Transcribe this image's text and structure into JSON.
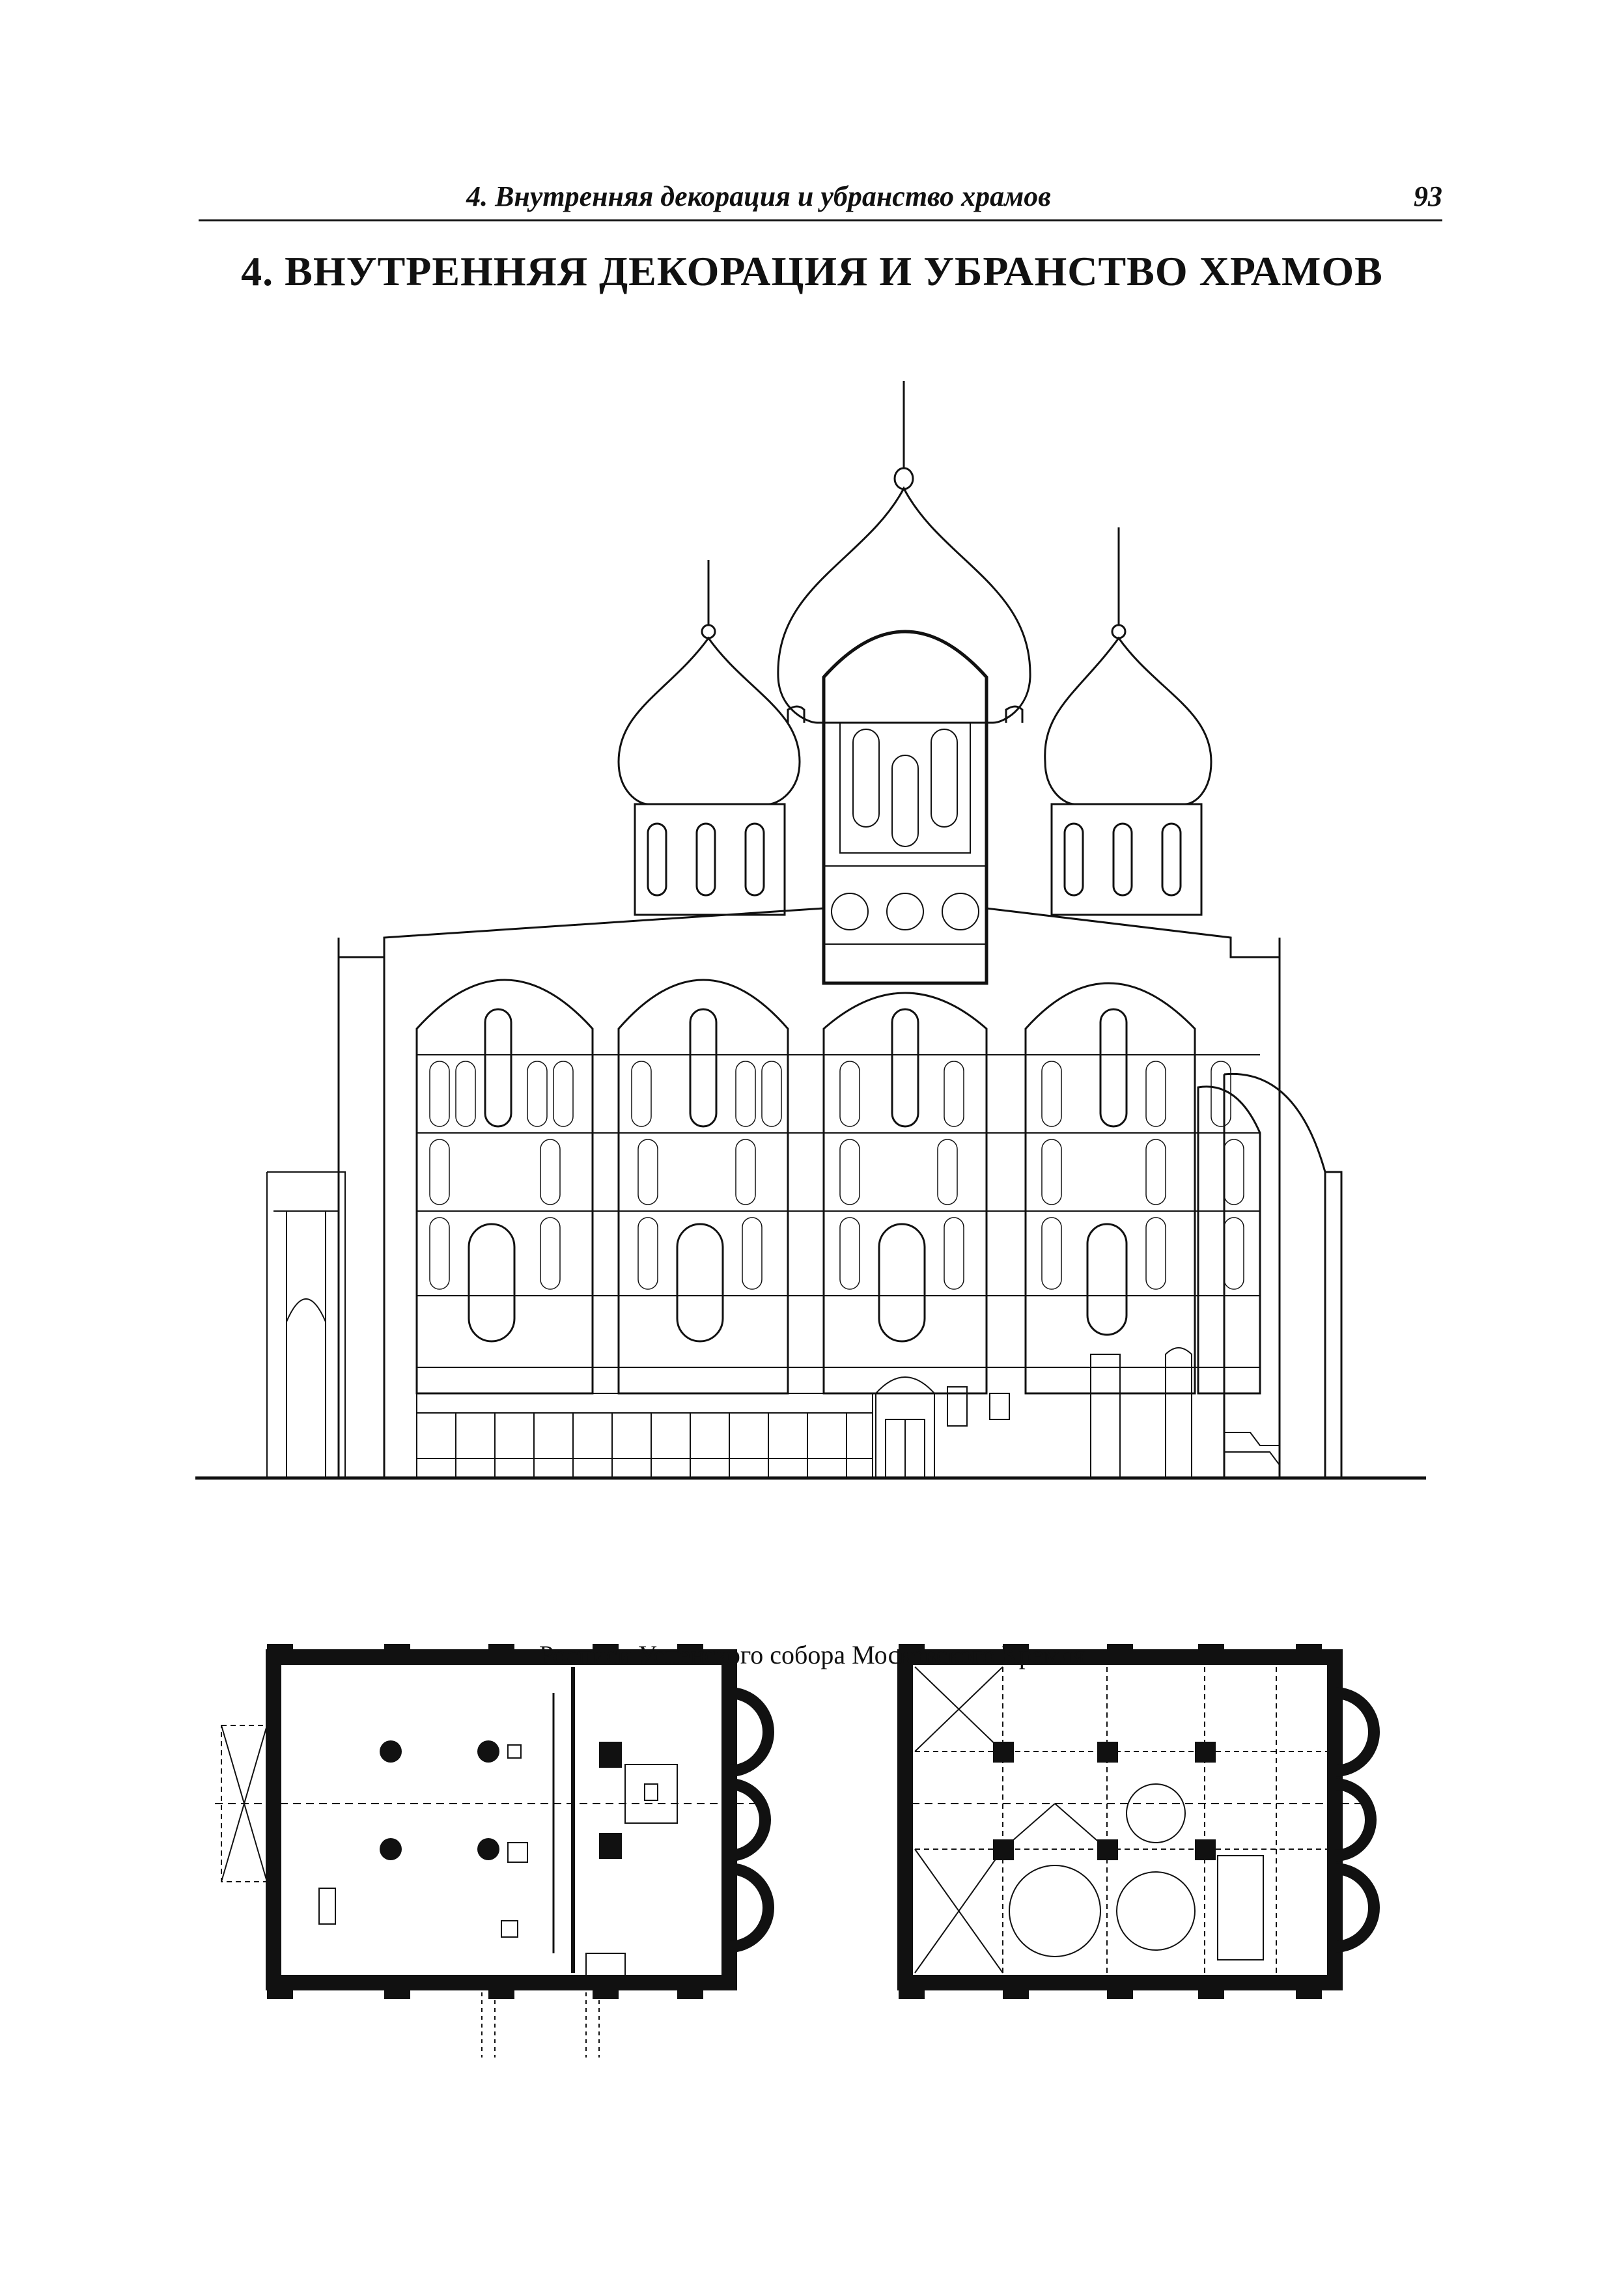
{
  "header": {
    "running_title": "4. Внутренняя декорация и убранство храмов",
    "page_number": "93"
  },
  "chapter": {
    "title": "4. ВНУТРЕННЯЯ ДЕКОРАЦИЯ И УБРАНСТВО ХРАМОВ"
  },
  "figure": {
    "caption": "Росписи Успенского собора Московского Кремля"
  }
}
